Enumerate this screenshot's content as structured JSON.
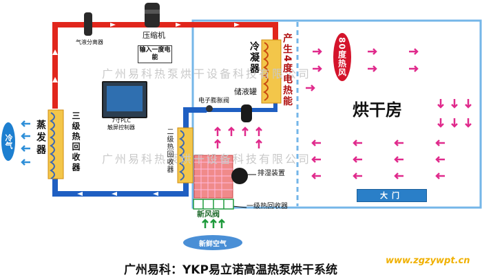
{
  "labels": {
    "separator": "气液分离器",
    "compressor": "压缩机",
    "power_input": "输入一度电能",
    "plc_name": "7寸PLC",
    "plc_sub": "触屏控制器",
    "condenser": "冷凝器",
    "produce": "产生4度电热能",
    "hot_wind": "80度热风",
    "dry_room": "烘干房",
    "door": "大门",
    "expansion_valve": "电子膨胀阀",
    "receiver": "储液罐",
    "dehumidify": "排湿装置",
    "recovery1": "一级热回收器",
    "recovery2": "二级热回收器",
    "recovery3": "三级热回收器",
    "evaporator": "蒸发器",
    "cold_air": "冷气",
    "fresh_valve": "新风阀",
    "fresh_air": "新鲜空气",
    "watermark_1": "广州易科热泵烘干设备科技有限公司",
    "watermark_2": "广州易科热泵烘干设备科技有限公司",
    "caption": "广州易科：YKP易立诺高温热泵烘干系统",
    "site": "www.zgzywpt.cn"
  },
  "colors": {
    "hot_pipe": "#e1261c",
    "cold_pipe": "#1f5fc2",
    "room_border": "#74b6e8",
    "coil": "#e8a21c",
    "hot_arrow": "#e02a8c",
    "cold_arrow": "#2f8fd8",
    "fresh_arrow": "#1f9a3c"
  }
}
